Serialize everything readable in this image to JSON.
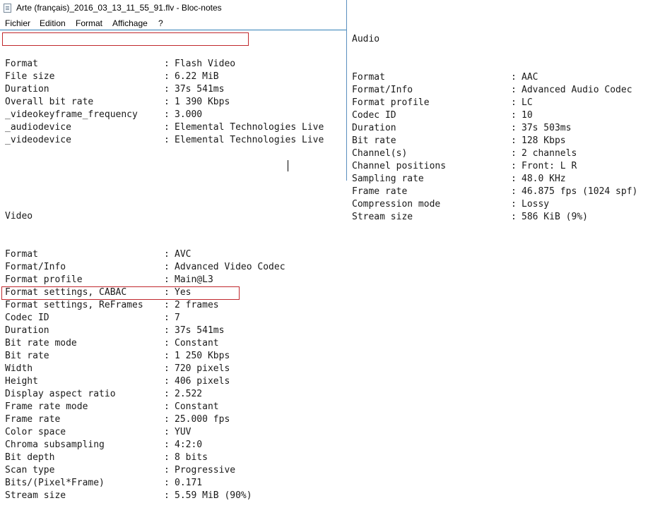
{
  "window": {
    "title": "Arte (français)_2016_03_13_11_55_91.flv - Bloc-notes"
  },
  "menu": [
    "Fichier",
    "Edition",
    "Format",
    "Affichage",
    "?"
  ],
  "general": [
    {
      "key": "Format",
      "value": "Flash Video"
    },
    {
      "key": "File size",
      "value": "6.22 MiB"
    },
    {
      "key": "Duration",
      "value": "37s 541ms"
    },
    {
      "key": "Overall bit rate",
      "value": "1 390 Kbps"
    },
    {
      "key": "_videokeyframe_frequency",
      "value": "3.000"
    },
    {
      "key": "_audiodevice",
      "value": "Elemental Technologies Live"
    },
    {
      "key": "_videodevice",
      "value": "Elemental Technologies Live"
    }
  ],
  "video": {
    "heading": "Video",
    "fields": [
      {
        "key": "Format",
        "value": "AVC"
      },
      {
        "key": "Format/Info",
        "value": "Advanced Video Codec"
      },
      {
        "key": "Format profile",
        "value": "Main@L3"
      },
      {
        "key": "Format settings, CABAC",
        "value": "Yes"
      },
      {
        "key": "Format settings, ReFrames",
        "value": "2 frames"
      },
      {
        "key": "Codec ID",
        "value": "7"
      },
      {
        "key": "Duration",
        "value": "37s 541ms"
      },
      {
        "key": "Bit rate mode",
        "value": "Constant"
      },
      {
        "key": "Bit rate",
        "value": "1 250 Kbps"
      },
      {
        "key": "Width",
        "value": "720 pixels"
      },
      {
        "key": "Height",
        "value": "406 pixels"
      },
      {
        "key": "Display aspect ratio",
        "value": "2.522"
      },
      {
        "key": "Frame rate mode",
        "value": "Constant"
      },
      {
        "key": "Frame rate",
        "value": "25.000 fps"
      },
      {
        "key": "Color space",
        "value": "YUV"
      },
      {
        "key": "Chroma subsampling",
        "value": "4:2:0"
      },
      {
        "key": "Bit depth",
        "value": "8 bits"
      },
      {
        "key": "Scan type",
        "value": "Progressive"
      },
      {
        "key": "Bits/(Pixel*Frame)",
        "value": "0.171"
      },
      {
        "key": "Stream size",
        "value": "5.59 MiB (90%)"
      }
    ]
  },
  "audio": {
    "heading": "Audio",
    "fields": [
      {
        "key": "Format",
        "value": "AAC"
      },
      {
        "key": "Format/Info",
        "value": "Advanced Audio Codec"
      },
      {
        "key": "Format profile",
        "value": "LC"
      },
      {
        "key": "Codec ID",
        "value": "10"
      },
      {
        "key": "Duration",
        "value": "37s 503ms"
      },
      {
        "key": "Bit rate",
        "value": "128 Kbps"
      },
      {
        "key": "Channel(s)",
        "value": "2 channels"
      },
      {
        "key": "Channel positions",
        "value": "Front: L R"
      },
      {
        "key": "Sampling rate",
        "value": "48.0 KHz"
      },
      {
        "key": "Frame rate",
        "value": "46.875 fps (1024 spf)"
      },
      {
        "key": "Compression mode",
        "value": "Lossy"
      },
      {
        "key": "Stream size",
        "value": "586 KiB (9%)"
      }
    ]
  },
  "separator": ":",
  "colors": {
    "highlight": "#c0282d",
    "menu_separator": "#2f7fb6"
  }
}
